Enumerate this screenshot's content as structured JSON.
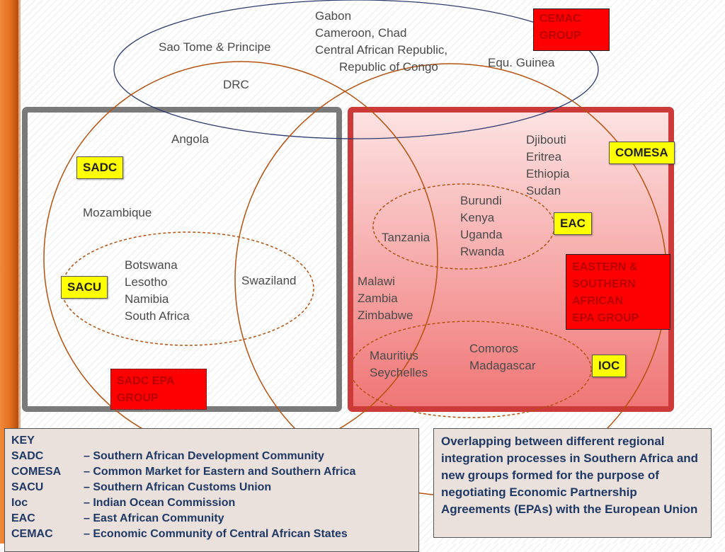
{
  "colors": {
    "side_bar": "#e3701f",
    "sadc_epa_box": "#7a7a7a",
    "esa_epa_box": "#cc3a3a",
    "esa_epa_fill": "#f07575",
    "circle_stroke": "#b5520f",
    "cemac_ellipse": "#2d3b6e",
    "tag_yellow": "#ffff00",
    "tag_red": "#ff0000",
    "text_dark_blue": "#1f3864"
  },
  "diagram": {
    "countries": {
      "gabon_group": [
        "Gabon",
        "Cameroon, Chad",
        "Central African Republic,",
        "Republic of Congo"
      ],
      "sao_tome": "Sao Tome & Principe",
      "equ_guinea": "Equ. Guinea",
      "drc": "DRC",
      "angola": "Angola",
      "horn_group": [
        "Djibouti",
        "Eritrea",
        "Ethiopia",
        "Sudan"
      ],
      "mozambique": "Mozambique",
      "eac_group": [
        "Burundi",
        "Kenya",
        "Uganda",
        "Rwanda"
      ],
      "tanzania": "Tanzania",
      "sacu_group": [
        "Botswana",
        "Lesotho",
        "Namibia",
        "South Africa"
      ],
      "swaziland": "Swaziland",
      "malawi_group": [
        "Malawi",
        "Zambia",
        "Zimbabwe"
      ],
      "mauritius_group": [
        "Mauritius",
        "Seychelles"
      ],
      "comoros_group": [
        "Comoros",
        "Madagascar"
      ]
    },
    "labels": {
      "cemac": [
        "CEMAC",
        "GROUP"
      ],
      "comesa": "COMESA",
      "sadc": "SADC",
      "eac": "EAC",
      "esa_epa": [
        "EASTERN &",
        "SOUTHERN",
        "AFRICAN",
        "EPA GROUP"
      ],
      "sacu": "SACU",
      "ioc": "IOC",
      "sadc_epa": [
        "SADC EPA",
        "GROUP"
      ]
    }
  },
  "key": {
    "title": "KEY",
    "rows": [
      {
        "abbr": "SADC",
        "desc": "– Southern African Development Community"
      },
      {
        "abbr": "COMESA",
        "desc": "– Common Market for Eastern and Southern Africa"
      },
      {
        "abbr": "SACU",
        "desc": "– Southern African Customs Union"
      },
      {
        "abbr": "Ioc",
        "desc": "– Indian Ocean Commission"
      },
      {
        "abbr": "EAC",
        "desc": "– East African Community"
      },
      {
        "abbr": "CEMAC",
        "desc": "– Economic Community of Central African States"
      }
    ]
  },
  "caption": "Overlapping between different regional integration processes in Southern Africa and new groups formed for the purpose of negotiating Economic Partnership Agreements (EPAs) with the European Union"
}
